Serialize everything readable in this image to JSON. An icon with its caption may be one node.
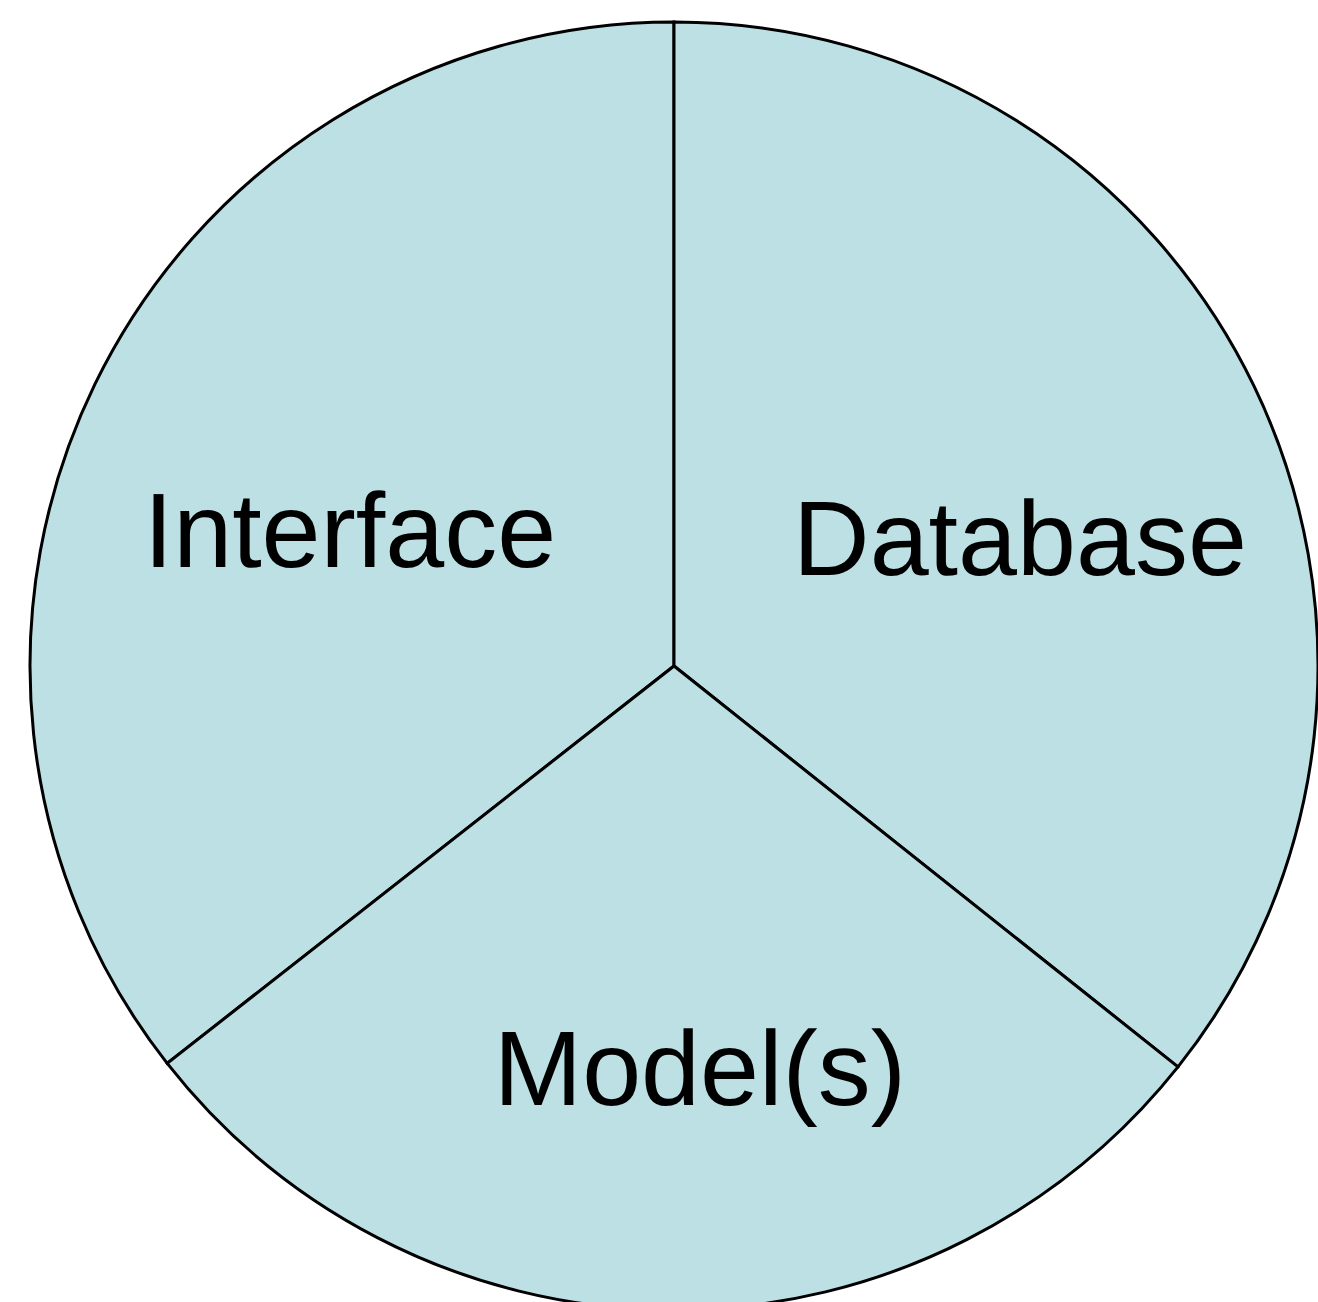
{
  "diagram": {
    "nodes": [
      {
        "text": [
          "Interface"
        ]
      },
      {
        "text": [
          "Database"
        ]
      },
      {
        "text": [
          "Model(s)"
        ]
      }
    ]
  }
}
